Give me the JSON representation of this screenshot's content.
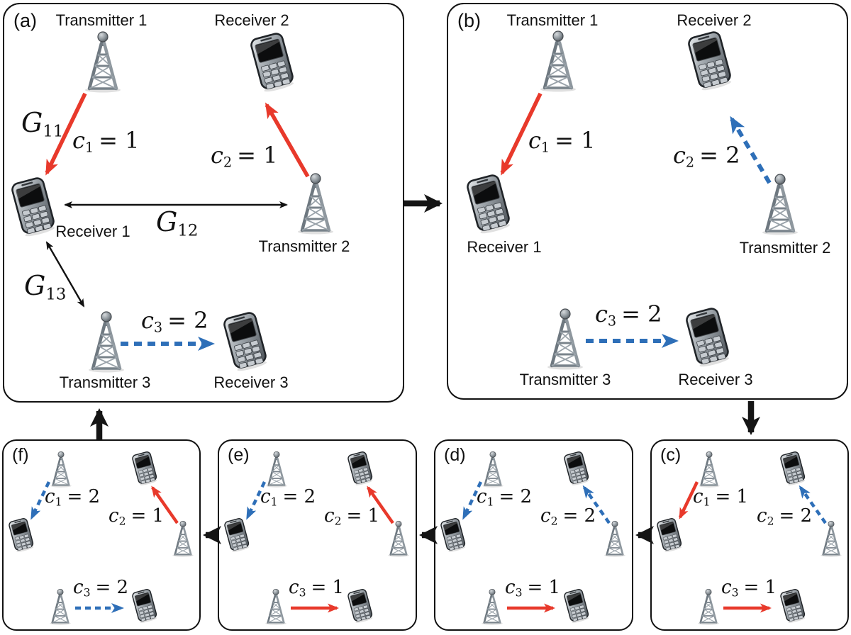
{
  "figure": {
    "description": "Channel allocation states of a 3-link wireless interference network",
    "colors": {
      "channel1_link": "#e8392b",
      "channel2_link": "#2e6fb8",
      "flow_arrow": "#151515",
      "outline": "#111111",
      "background": "#ffffff"
    }
  },
  "panels": [
    {
      "id": "a",
      "tag": "(a)",
      "nodes": [
        {
          "id": "tx1",
          "label": "Transmitter 1"
        },
        {
          "id": "rx2",
          "label": "Receiver 2"
        },
        {
          "id": "rx1",
          "label": "Receiver 1"
        },
        {
          "id": "tx2",
          "label": "Transmitter 2"
        },
        {
          "id": "tx3",
          "label": "Transmitter 3"
        },
        {
          "id": "rx3",
          "label": "Receiver 3"
        }
      ],
      "links": [
        {
          "id": "c1",
          "from": "tx1",
          "to": "rx1",
          "var": "c",
          "sub": "1",
          "rhs": "= 1",
          "channel": 1,
          "style": "red-solid"
        },
        {
          "id": "c2",
          "from": "tx2",
          "to": "rx2",
          "var": "c",
          "sub": "2",
          "rhs": "= 1",
          "channel": 1,
          "style": "red-solid"
        },
        {
          "id": "c3",
          "from": "tx3",
          "to": "rx3",
          "var": "c",
          "sub": "3",
          "rhs": "= 2",
          "channel": 2,
          "style": "blue-dashed"
        }
      ],
      "gains": [
        {
          "id": "G11",
          "var": "G",
          "sub": "11"
        },
        {
          "id": "G12",
          "var": "G",
          "sub": "12"
        },
        {
          "id": "G13",
          "var": "G",
          "sub": "13"
        }
      ]
    },
    {
      "id": "b",
      "tag": "(b)",
      "nodes": [
        {
          "id": "tx1",
          "label": "Transmitter 1"
        },
        {
          "id": "rx2",
          "label": "Receiver 2"
        },
        {
          "id": "rx1",
          "label": "Receiver 1"
        },
        {
          "id": "tx2",
          "label": "Transmitter 2"
        },
        {
          "id": "tx3",
          "label": "Transmitter 3"
        },
        {
          "id": "rx3",
          "label": "Receiver 3"
        }
      ],
      "links": [
        {
          "id": "c1",
          "from": "tx1",
          "to": "rx1",
          "var": "c",
          "sub": "1",
          "rhs": "= 1",
          "channel": 1,
          "style": "red-solid"
        },
        {
          "id": "c2",
          "from": "tx2",
          "to": "rx2",
          "var": "c",
          "sub": "2",
          "rhs": "= 2",
          "channel": 2,
          "style": "blue-dashed"
        },
        {
          "id": "c3",
          "from": "tx3",
          "to": "rx3",
          "var": "c",
          "sub": "3",
          "rhs": "= 2",
          "channel": 2,
          "style": "blue-dashed"
        }
      ]
    },
    {
      "id": "c",
      "tag": "(c)",
      "nodes": [
        {
          "id": "tx1"
        },
        {
          "id": "rx2"
        },
        {
          "id": "rx1"
        },
        {
          "id": "tx2"
        },
        {
          "id": "tx3"
        },
        {
          "id": "rx3"
        }
      ],
      "links": [
        {
          "id": "c1",
          "from": "tx1",
          "to": "rx1",
          "var": "c",
          "sub": "1",
          "rhs": "= 1",
          "channel": 1,
          "style": "red-solid"
        },
        {
          "id": "c2",
          "from": "tx2",
          "to": "rx2",
          "var": "c",
          "sub": "2",
          "rhs": "= 2",
          "channel": 2,
          "style": "blue-dashed"
        },
        {
          "id": "c3",
          "from": "tx3",
          "to": "rx3",
          "var": "c",
          "sub": "3",
          "rhs": "= 1",
          "channel": 1,
          "style": "red-solid"
        }
      ]
    },
    {
      "id": "d",
      "tag": "(d)",
      "nodes": [
        {
          "id": "tx1"
        },
        {
          "id": "rx2"
        },
        {
          "id": "rx1"
        },
        {
          "id": "tx2"
        },
        {
          "id": "tx3"
        },
        {
          "id": "rx3"
        }
      ],
      "links": [
        {
          "id": "c1",
          "from": "tx1",
          "to": "rx1",
          "var": "c",
          "sub": "1",
          "rhs": "= 2",
          "channel": 2,
          "style": "blue-dashed"
        },
        {
          "id": "c2",
          "from": "tx2",
          "to": "rx2",
          "var": "c",
          "sub": "2",
          "rhs": "= 2",
          "channel": 2,
          "style": "blue-dashed"
        },
        {
          "id": "c3",
          "from": "tx3",
          "to": "rx3",
          "var": "c",
          "sub": "3",
          "rhs": "= 1",
          "channel": 1,
          "style": "red-solid"
        }
      ]
    },
    {
      "id": "e",
      "tag": "(e)",
      "nodes": [
        {
          "id": "tx1"
        },
        {
          "id": "rx2"
        },
        {
          "id": "rx1"
        },
        {
          "id": "tx2"
        },
        {
          "id": "tx3"
        },
        {
          "id": "rx3"
        }
      ],
      "links": [
        {
          "id": "c1",
          "from": "tx1",
          "to": "rx1",
          "var": "c",
          "sub": "1",
          "rhs": "= 2",
          "channel": 2,
          "style": "blue-dashed"
        },
        {
          "id": "c2",
          "from": "tx2",
          "to": "rx2",
          "var": "c",
          "sub": "2",
          "rhs": "= 1",
          "channel": 1,
          "style": "red-solid"
        },
        {
          "id": "c3",
          "from": "tx3",
          "to": "rx3",
          "var": "c",
          "sub": "3",
          "rhs": "= 1",
          "channel": 1,
          "style": "red-solid"
        }
      ]
    },
    {
      "id": "f",
      "tag": "(f)",
      "nodes": [
        {
          "id": "tx1"
        },
        {
          "id": "rx2"
        },
        {
          "id": "rx1"
        },
        {
          "id": "tx2"
        },
        {
          "id": "tx3"
        },
        {
          "id": "rx3"
        }
      ],
      "links": [
        {
          "id": "c1",
          "from": "tx1",
          "to": "rx1",
          "var": "c",
          "sub": "1",
          "rhs": "= 2",
          "channel": 2,
          "style": "blue-dashed"
        },
        {
          "id": "c2",
          "from": "tx2",
          "to": "rx2",
          "var": "c",
          "sub": "2",
          "rhs": "= 1",
          "channel": 1,
          "style": "red-solid"
        },
        {
          "id": "c3",
          "from": "tx3",
          "to": "rx3",
          "var": "c",
          "sub": "3",
          "rhs": "= 2",
          "channel": 2,
          "style": "blue-dashed"
        }
      ]
    }
  ],
  "flow_arrows": [
    {
      "from": "(a)",
      "to": "(b)",
      "direction": "right"
    },
    {
      "from": "(b)",
      "to": "(c)",
      "direction": "down"
    },
    {
      "from": "(c)",
      "to": "(d)",
      "direction": "left"
    },
    {
      "from": "(d)",
      "to": "(e)",
      "direction": "left"
    },
    {
      "from": "(e)",
      "to": "(f)",
      "direction": "left"
    },
    {
      "from": "(f)",
      "to": "(a)",
      "direction": "up"
    }
  ]
}
